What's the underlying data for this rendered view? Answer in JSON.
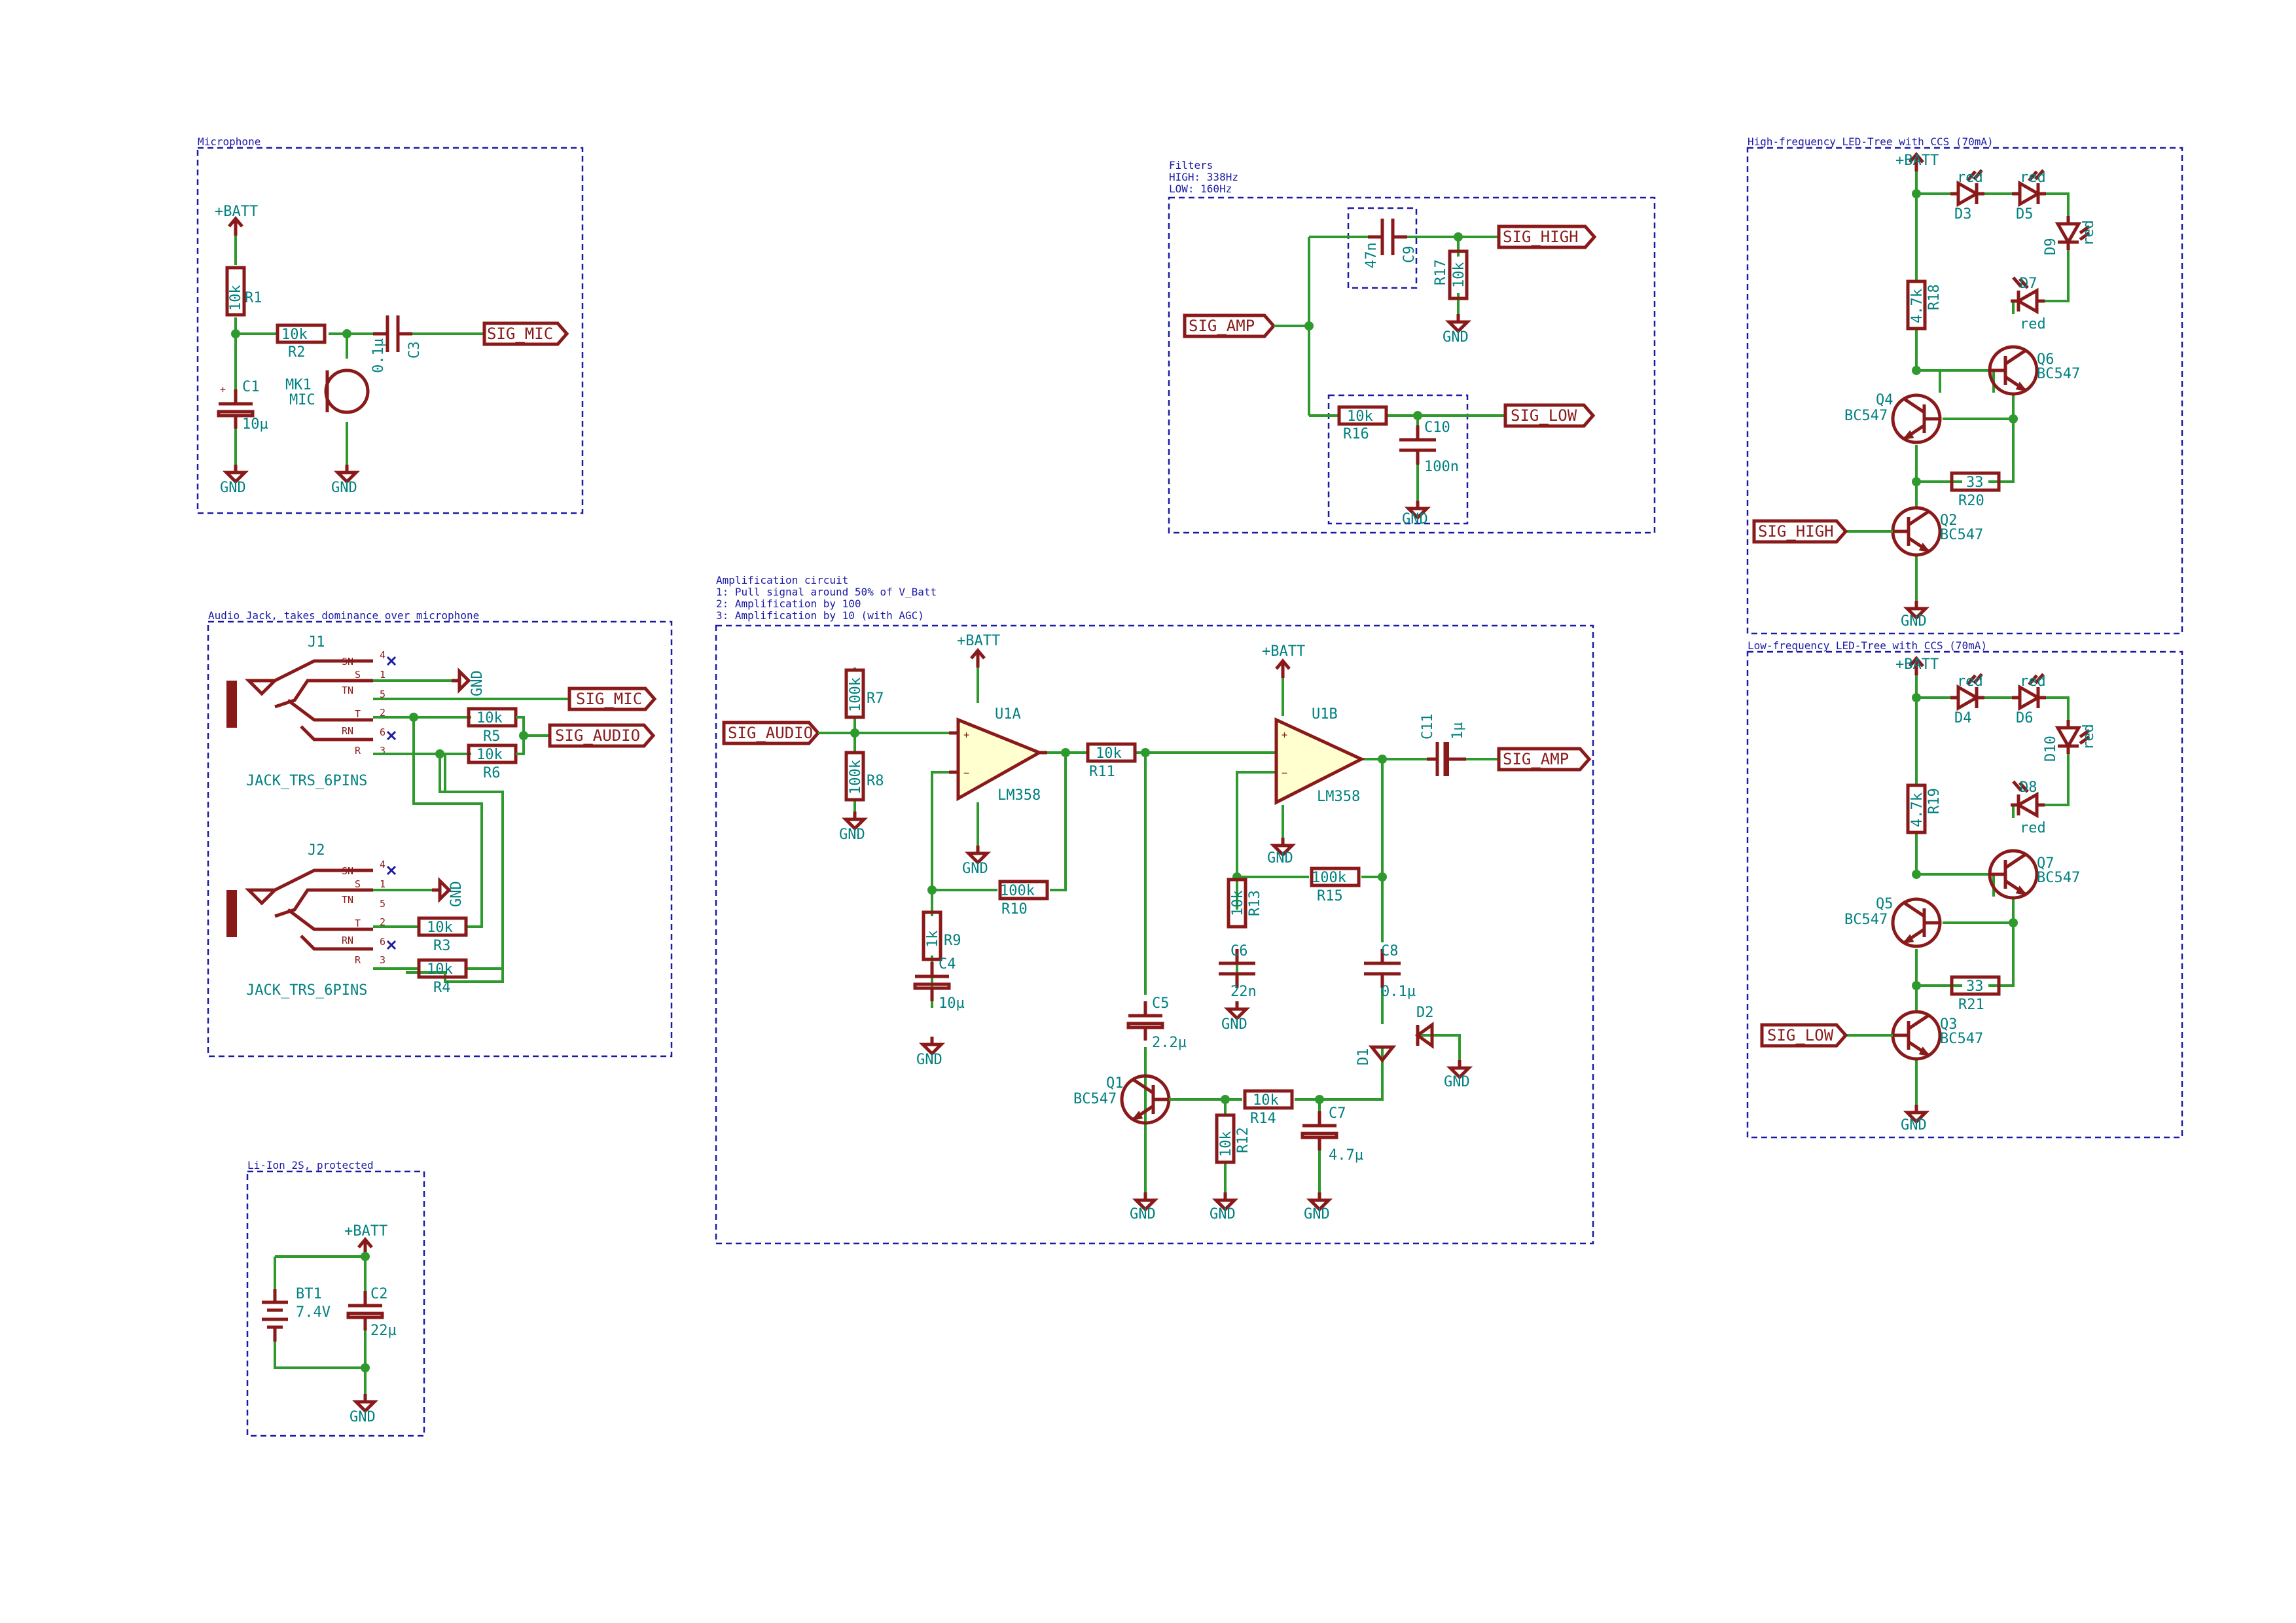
{
  "blocks": {
    "mic": "Microphone",
    "jack": "Audio Jack, takes dominance over microphone",
    "batt": "Li-Ion 2S, protected",
    "filters": [
      "Filters",
      "HIGH: 338Hz",
      "LOW: 160Hz"
    ],
    "amp": [
      "Amplification circuit",
      "1: Pull signal around 50% of V_Batt",
      "2: Amplification by 100",
      "3: Amplification by 10 (with AGC)"
    ],
    "hf": "High-frequency LED-Tree with CCS (70mA)",
    "lf": "Low-frequency LED-Tree with CCS (70mA)"
  },
  "labels": {
    "sig_mic": "SIG_MIC",
    "sig_audio": "SIG_AUDIO",
    "sig_amp": "SIG_AMP",
    "sig_high": "SIG_HIGH",
    "sig_low": "SIG_LOW"
  },
  "power": {
    "batt": "+BATT",
    "gnd": "GND"
  },
  "parts": {
    "R1": "10k",
    "R2": "10k",
    "C1": "10µ",
    "C3": "0.1µ",
    "MK1": "MK1",
    "MIC": "MIC",
    "J1": "J1",
    "J2": "J2",
    "jack_value": "JACK_TRS_6PINS",
    "R3": "10k",
    "R4": "10k",
    "R5": "10k",
    "R6": "10k",
    "BT1": "BT1",
    "BT1_value": "7.4V",
    "C2": "22µ",
    "C9": "47n",
    "R17": "10k",
    "R16": "10k",
    "C10": "100n",
    "R7": "100k",
    "R8": "100k",
    "U1A": "U1A",
    "U1B": "U1B",
    "opamp": "LM358",
    "R9": "1k",
    "C4": "10µ",
    "R10": "100k",
    "R11": "10k",
    "C5": "2.2µ",
    "Q1": "Q1",
    "transistor": "BC547",
    "R12": "10k",
    "R14": "10k",
    "C7": "4.7µ",
    "R13": "10k",
    "C6": "22n",
    "R15": "100k",
    "C8": "0.1µ",
    "D1": "D1",
    "D2": "D2",
    "C11": "1µ",
    "R18": "4.7k",
    "R19": "4.7k",
    "R20": "33",
    "R21": "33",
    "led_color": "red"
  }
}
